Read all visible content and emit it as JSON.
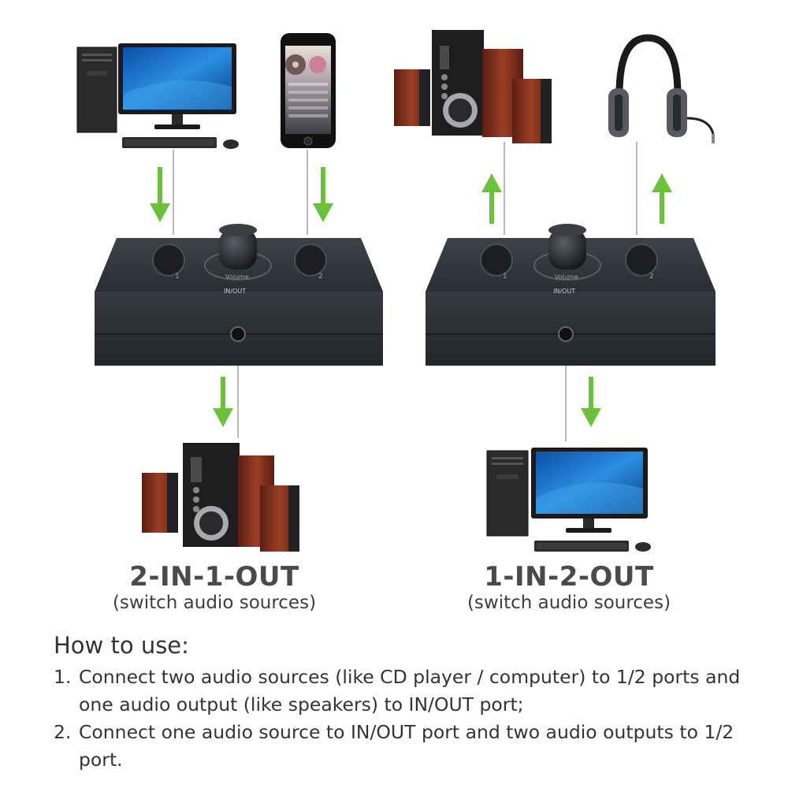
{
  "devices": {
    "left": {
      "buttons": [
        "1",
        "2"
      ],
      "knob_label": "Volume",
      "port_label": "IN/OUT"
    },
    "right": {
      "buttons": [
        "1",
        "2"
      ],
      "knob_label": "Volume",
      "port_label": "IN/OUT"
    }
  },
  "modes": [
    {
      "title": "2-IN-1-OUT",
      "subtitle": "(switch audio sources)"
    },
    {
      "title": "1-IN-2-OUT",
      "subtitle": "(switch audio sources)"
    }
  ],
  "howto": {
    "title": "How to use:",
    "items": [
      {
        "num": "1.",
        "text": "Connect two audio sources (like CD player / computer) to 1/2 ports and one audio output (like speakers) to IN/OUT port;"
      },
      {
        "num": "2.",
        "text": "Connect one audio source to IN/OUT port and two audio outputs to 1/2 port."
      }
    ]
  },
  "colors": {
    "arrow": "#6cc13a",
    "device_body": "#2e3238",
    "speaker_wood": "#7a2e1c",
    "monitor_screen": "#1f7fd6"
  }
}
